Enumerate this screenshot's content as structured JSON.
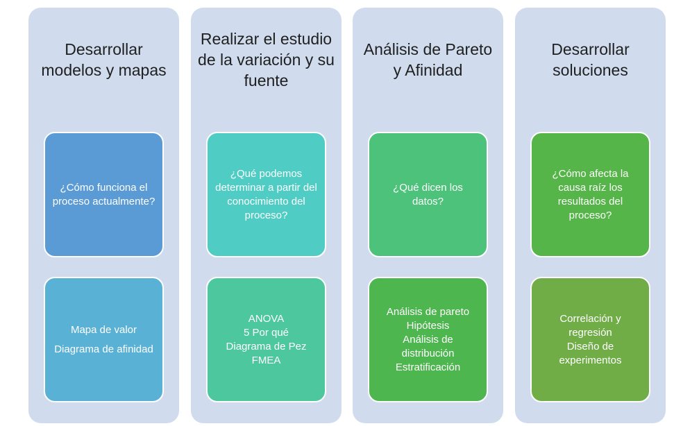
{
  "columns": [
    {
      "title": "Desarrollar modelos y mapas",
      "question": "¿Cómo  funciona el proceso actualmente?",
      "tools": [
        "Mapa de valor",
        "Diagrama de afinidad"
      ],
      "colors": {
        "question": "#5b9bd5",
        "tools": "#5ab1d6"
      }
    },
    {
      "title": "Realizar el estudio de la variación y su fuente",
      "question": "¿Qué podemos determinar a partir del conocimiento del proceso?",
      "tools": [
        "ANOVA",
        "5 Por qué",
        "Diagrama de Pez",
        "FMEA"
      ],
      "colors": {
        "question": "#4fcdc4",
        "tools": "#4cc79e"
      }
    },
    {
      "title": "Análisis de Pareto y Afinidad",
      "question": "¿Qué  dicen los datos?",
      "tools": [
        "Análisis de pareto",
        "Hipótesis",
        "Análisis de distribución",
        "Estratificación"
      ],
      "colors": {
        "question": "#4cc27a",
        "tools": "#4db64e"
      }
    },
    {
      "title": "Desarrollar soluciones",
      "question": "¿Cómo afecta la causa raíz los resultados del proceso?",
      "tools": [
        "Correlación y regresión",
        "Diseño de experimentos"
      ],
      "colors": {
        "question": "#56b548",
        "tools": "#70ad47"
      }
    }
  ]
}
